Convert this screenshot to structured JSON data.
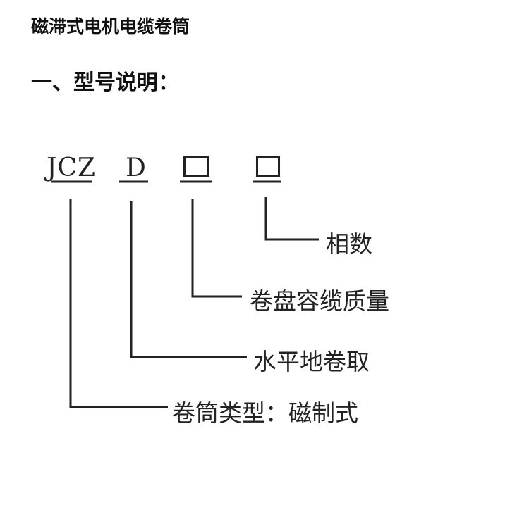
{
  "title": "磁滞式电机电缆卷筒",
  "section_heading": "一、型号说明：",
  "model_code": {
    "prefix": "JCZ",
    "type_letter": "D"
  },
  "legend": {
    "phase": "相数",
    "capacity": "卷盘容缆质量",
    "horizontal": "水平地卷取",
    "drum_type": "卷筒类型：磁制式"
  }
}
